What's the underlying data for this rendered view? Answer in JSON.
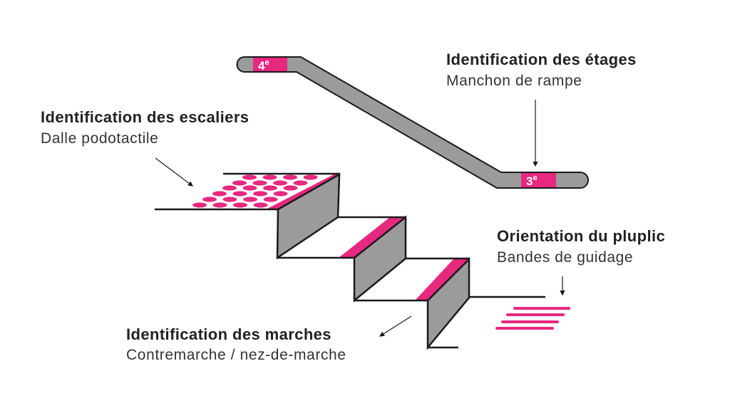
{
  "colors": {
    "accent": "#e6287e",
    "gray": "#9b9b9b",
    "line": "#1a1a1a",
    "text": "#222222"
  },
  "labels": {
    "etages": {
      "title": "Identification des étages",
      "subtitle": "Manchon de rampe"
    },
    "escaliers": {
      "title": "Identification des escaliers",
      "subtitle": "Dalle podotactile"
    },
    "orientation": {
      "title": "Orientation du pluplic",
      "subtitle": "Bandes de guidage"
    },
    "marches": {
      "title": "Identification des marches",
      "subtitle": "Contremarche / nez-de-marche"
    }
  },
  "handrail": {
    "upper_floor": {
      "number": "4",
      "suffix": "e"
    },
    "lower_floor": {
      "number": "3",
      "suffix": "e"
    }
  }
}
